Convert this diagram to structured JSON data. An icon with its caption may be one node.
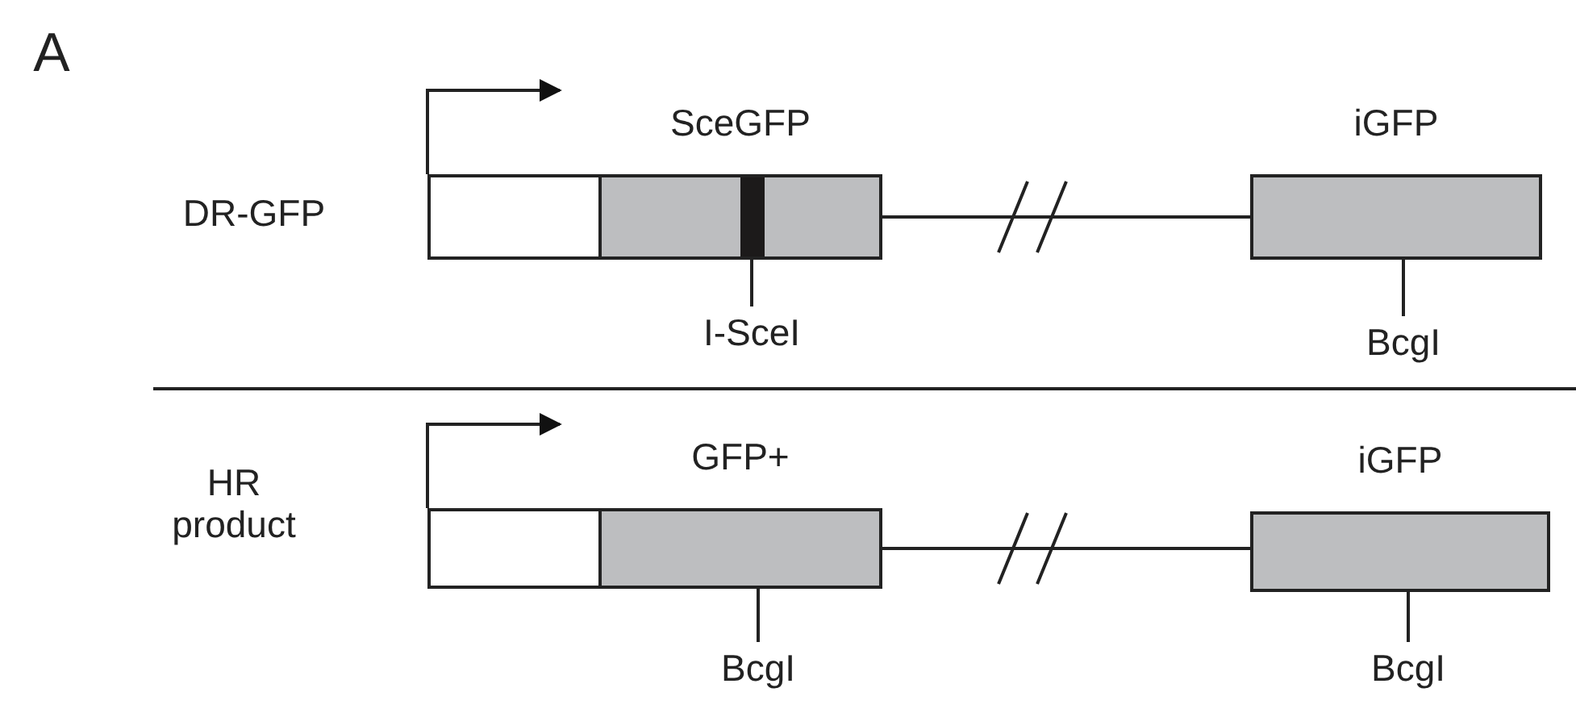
{
  "diagram": {
    "nodes": [
      {
        "text": [],
        "shape": "box"
      },
      {
        "text": [
          "SceGFP"
        ]
      },
      {
        "text": [],
        "shape": "bar",
        "in": 1
      },
      {
        "text": [
          "I-SceI"
        ]
      },
      {
        "text": [
          "iGFP"
        ]
      },
      {
        "text": [
          "BcgI"
        ]
      },
      {
        "text": [],
        "shape": "box"
      },
      {
        "text": [
          "GFP+"
        ]
      },
      {
        "text": [
          "BcgI"
        ]
      },
      {
        "text": [
          "iGFP"
        ]
      },
      {
        "text": [
          "BcgI"
        ]
      }
    ],
    "edges": [
      {
        "from": 0,
        "to": null,
        "arrow": "to"
      },
      {
        "from": 1,
        "to": 4,
        "arrow": "none"
      },
      {
        "from": 3,
        "to": 2,
        "arrow": "none"
      },
      {
        "from": 5,
        "to": 4,
        "arrow": "none"
      },
      {
        "from": 6,
        "to": null,
        "arrow": "to"
      },
      {
        "from": 7,
        "to": 9,
        "arrow": "none"
      },
      {
        "from": 8,
        "to": 7,
        "arrow": "none"
      },
      {
        "from": 10,
        "to": 9,
        "arrow": "none"
      }
    ],
    "labels": [
      "A",
      "DR-GFP",
      "HR product"
    ]
  }
}
